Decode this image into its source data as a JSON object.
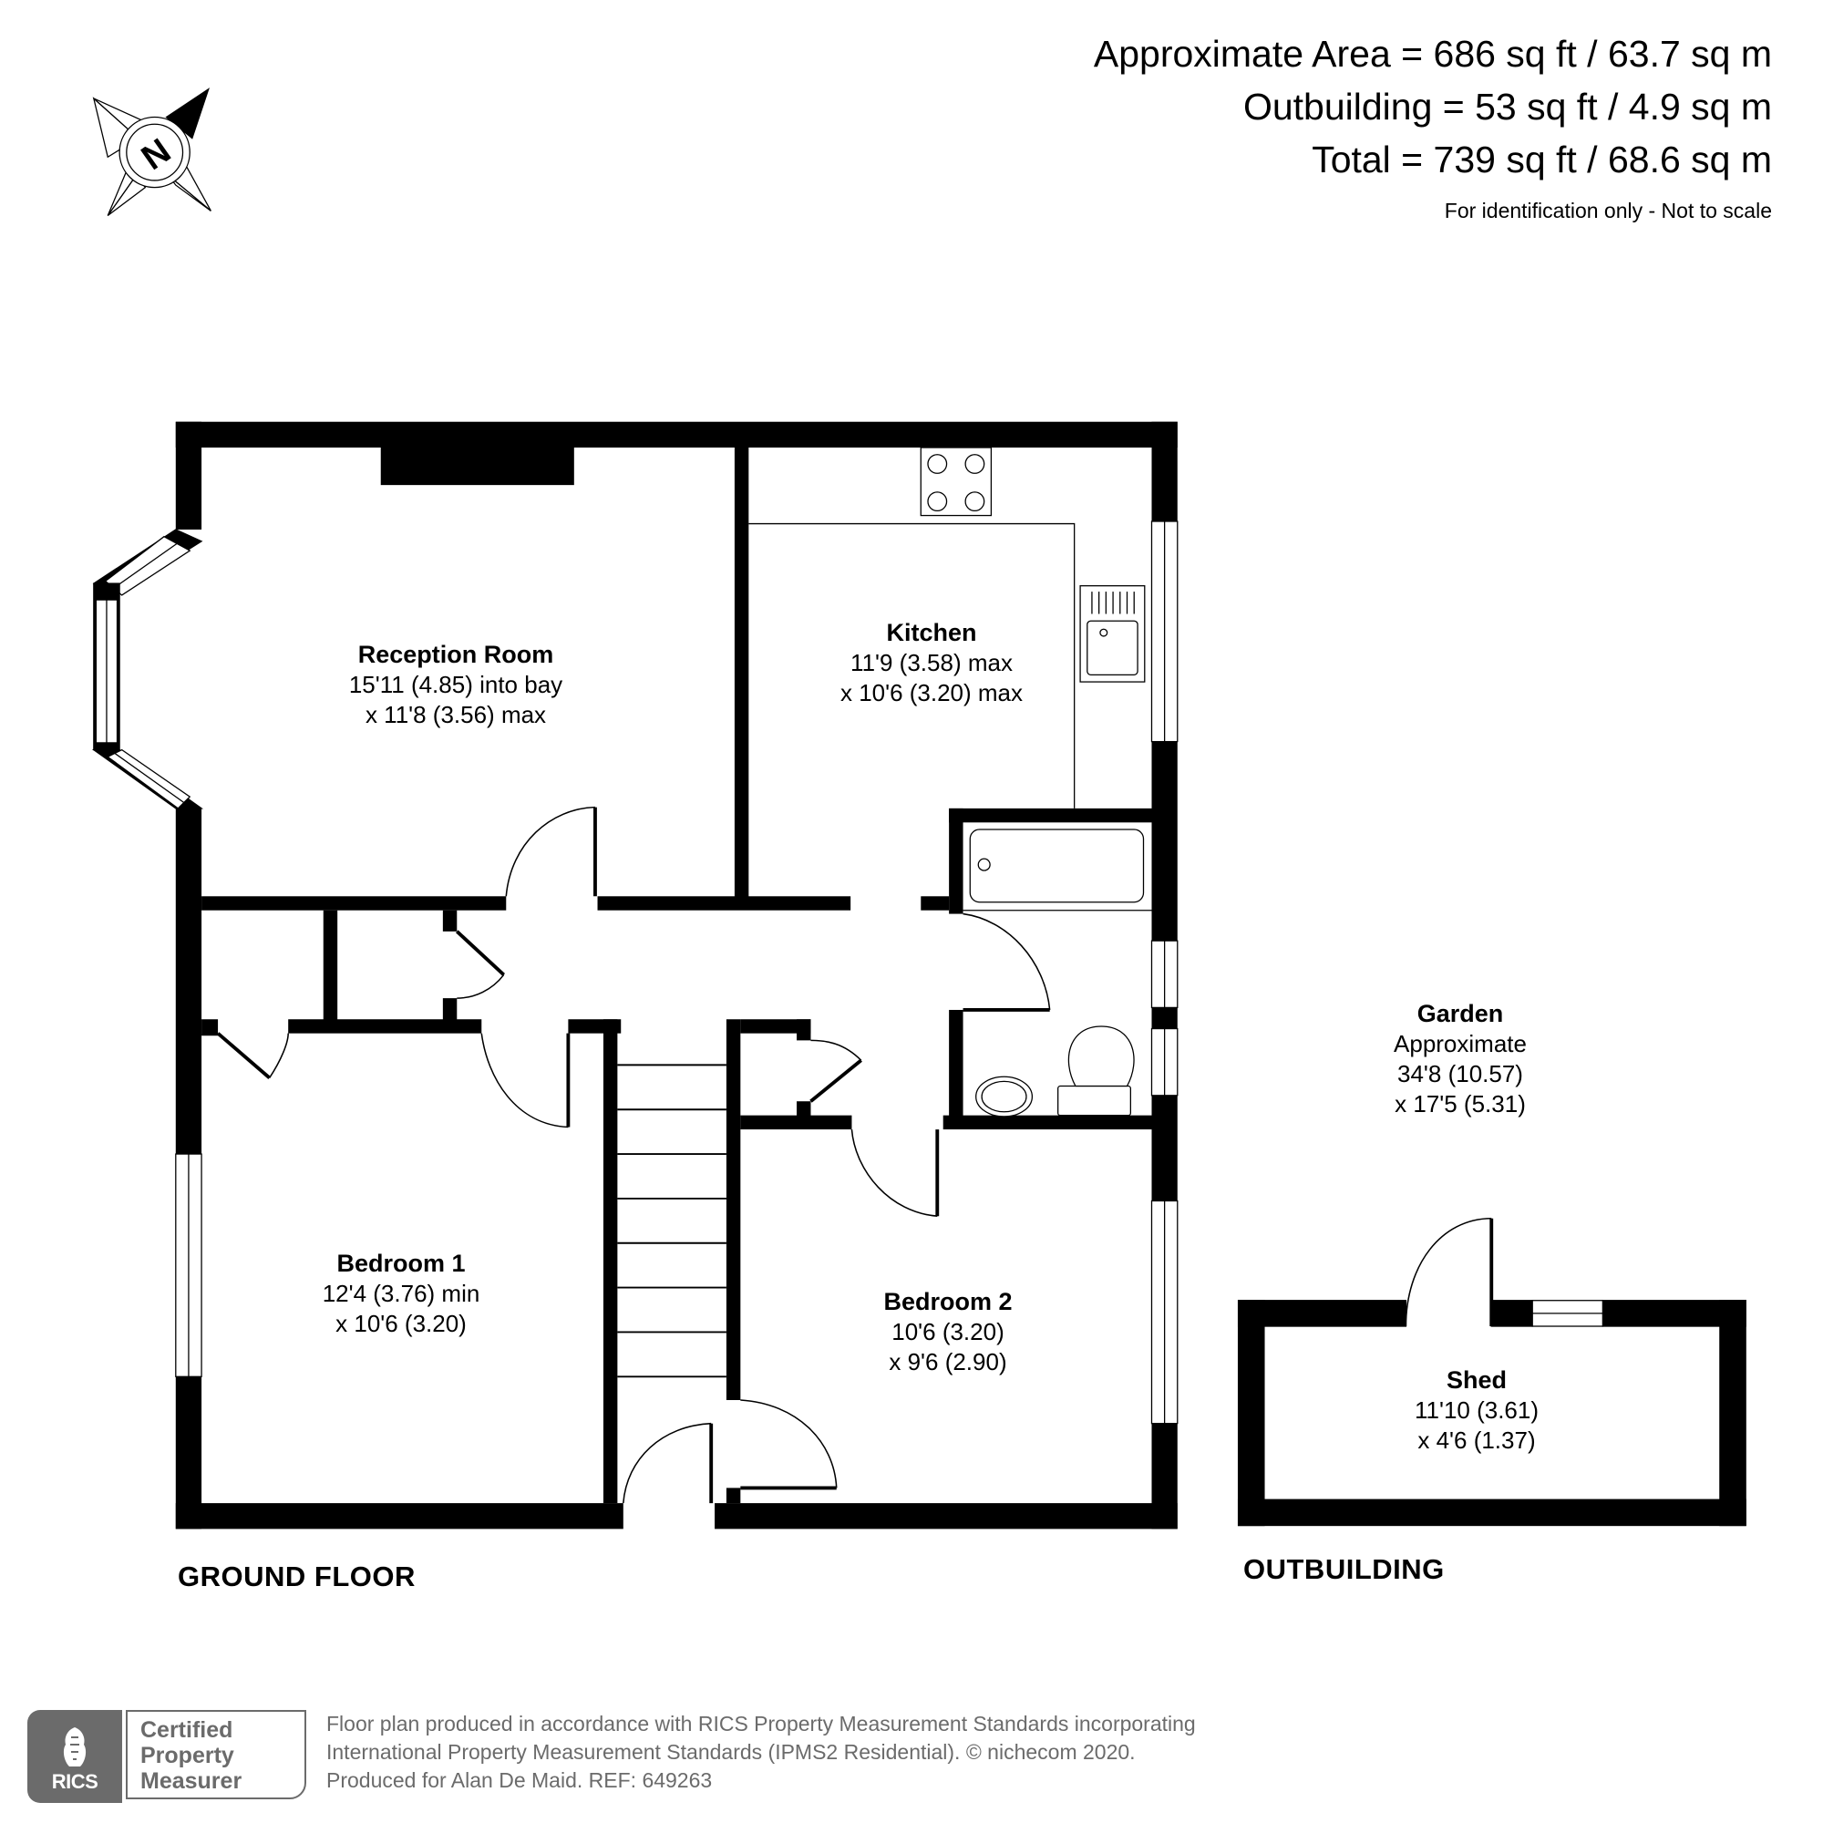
{
  "header": {
    "area_lines": [
      "Approximate Area = 686 sq ft / 63.7 sq m",
      "Outbuilding = 53 sq ft / 4.9 sq m",
      "Total = 739 sq ft / 68.6 sq m"
    ],
    "note": "For identification only - Not to scale"
  },
  "compass": {
    "icon": "compass-north-icon",
    "letter": "N"
  },
  "rooms": {
    "reception": {
      "name": "Reception Room",
      "dim1": "15'11 (4.85) into bay",
      "dim2": "x 11'8 (3.56) max"
    },
    "kitchen": {
      "name": "Kitchen",
      "dim1": "11'9 (3.58) max",
      "dim2": "x 10'6 (3.20) max"
    },
    "bedroom1": {
      "name": "Bedroom 1",
      "dim1": "12'4 (3.76) min",
      "dim2": "x 10'6 (3.20)"
    },
    "bedroom2": {
      "name": "Bedroom 2",
      "dim1": "10'6 (3.20)",
      "dim2": "x 9'6 (2.90)"
    },
    "garden": {
      "name": "Garden",
      "dim0": "Approximate",
      "dim1": "34'8 (10.57)",
      "dim2": "x 17'5 (5.31)"
    },
    "shed": {
      "name": "Shed",
      "dim1": "11'10 (3.61)",
      "dim2": "x 4'6 (1.37)"
    }
  },
  "floors": {
    "ground": "GROUND FLOOR",
    "outbuilding": "OUTBUILDING"
  },
  "footer": {
    "rics_logo": "RICS",
    "badge_lines": [
      "Certified",
      "Property",
      "Measurer"
    ],
    "lines": [
      "Floor plan produced in accordance with RICS Property Measurement Standards incorporating",
      "International Property Measurement Standards (IPMS2 Residential).   © nichecom 2020.",
      "Produced for Alan De Maid.   REF: 649263"
    ]
  },
  "colors": {
    "wall": "#000000",
    "footer_grey": "#6b6b6b",
    "background": "#ffffff"
  }
}
